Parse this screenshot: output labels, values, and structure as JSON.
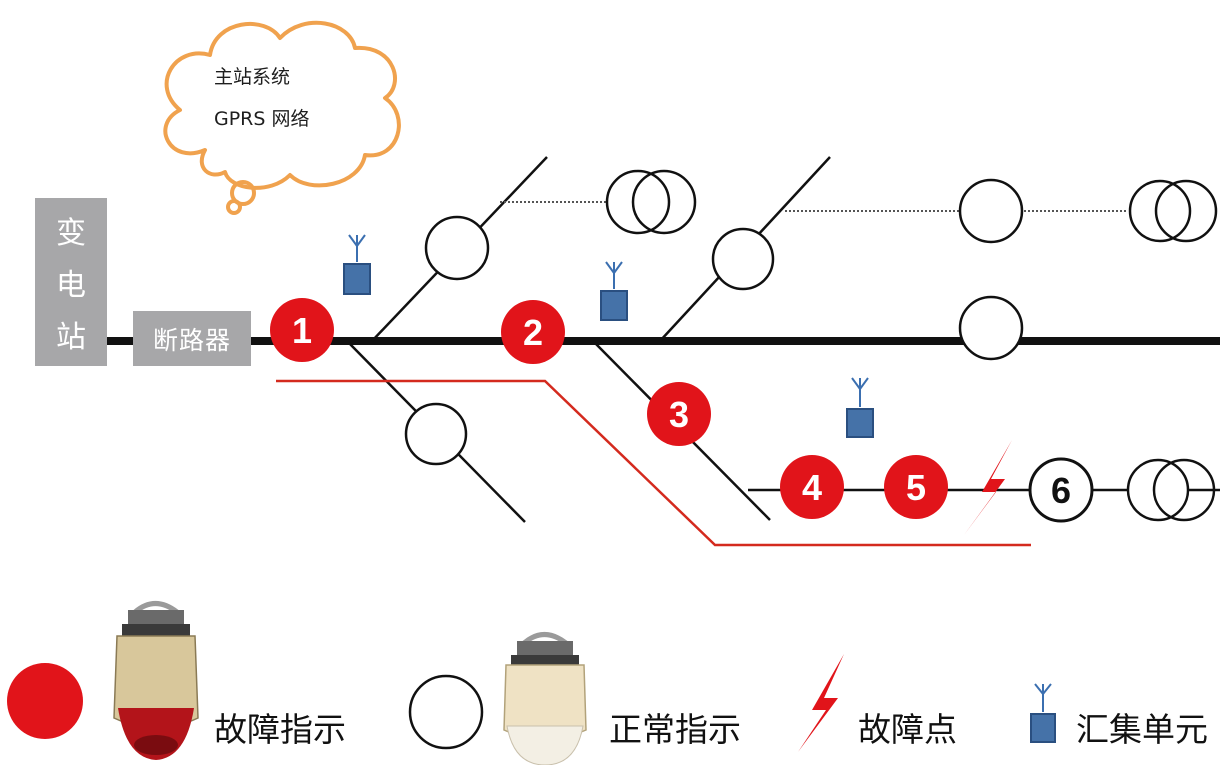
{
  "cloud": {
    "line1": "主站系统",
    "line2": "GPRS 网络"
  },
  "substation": {
    "chars": [
      "变",
      "电",
      "站"
    ]
  },
  "breaker": {
    "label": "断路器"
  },
  "fault_indicators": [
    "1",
    "2",
    "3",
    "4",
    "5"
  ],
  "normal_indicator": "6",
  "legend": {
    "fault_indicator": "故障指示",
    "normal_indicator": "正常指示",
    "fault_point": "故障点",
    "collector_unit": "汇集单元"
  },
  "colors": {
    "fault_red": "#e1141a",
    "fault_path": "#d42a1e",
    "cloud_outline": "#f0a24e",
    "collector_blue": "#4572a8",
    "collector_border": "#2a4f80",
    "line": "#111111",
    "gray_box": "#a7a7a9"
  },
  "icons": {
    "collector": "antenna-collector-icon",
    "fault_point": "lightning-bolt-icon",
    "transformer": "transformer-icon"
  }
}
